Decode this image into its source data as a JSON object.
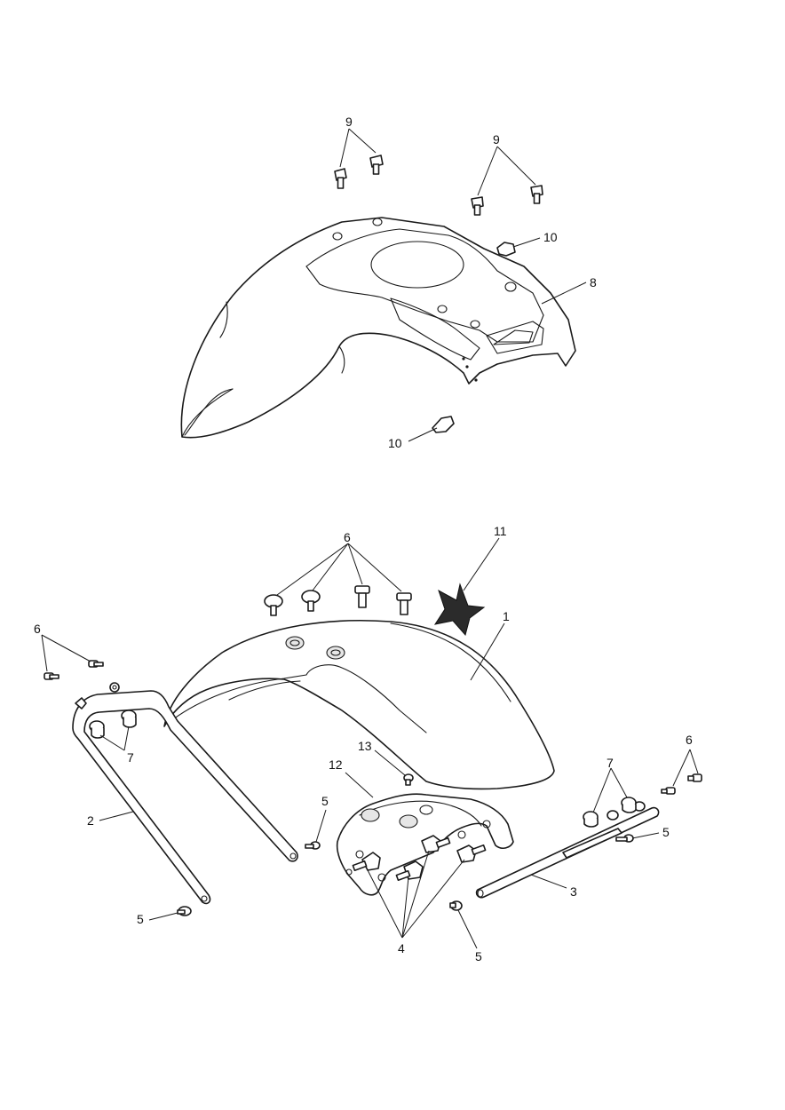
{
  "callouts": {
    "c9a": "9",
    "c9b": "9",
    "c10a": "10",
    "c8": "8",
    "c10b": "10",
    "c6a": "6",
    "c11": "11",
    "c1": "1",
    "c6b": "6",
    "c7a": "7",
    "c13": "13",
    "c12": "12",
    "c5a": "5",
    "c7b": "7",
    "c6c": "6",
    "c2": "2",
    "c5b": "5",
    "c3": "3",
    "c5c": "5",
    "c4": "4",
    "c5d": "5"
  },
  "colors": {
    "line": "#1a1a1a",
    "star": "#2b2b2b",
    "background": "#ffffff"
  }
}
